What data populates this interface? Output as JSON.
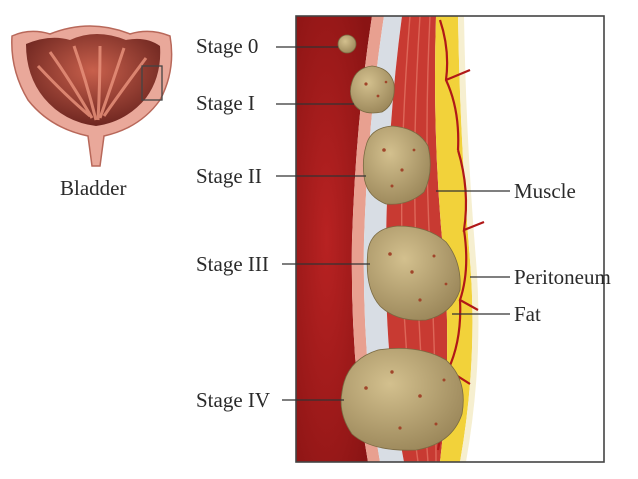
{
  "bladder": {
    "label": "Bladder"
  },
  "stages": [
    {
      "id": "stage-0",
      "label": "Stage 0"
    },
    {
      "id": "stage-1",
      "label": "Stage I"
    },
    {
      "id": "stage-2",
      "label": "Stage II"
    },
    {
      "id": "stage-3",
      "label": "Stage III"
    },
    {
      "id": "stage-4",
      "label": "Stage IV"
    }
  ],
  "layers": [
    {
      "id": "muscle",
      "label": "Muscle"
    },
    {
      "id": "peritoneum",
      "label": "Peritoneum"
    },
    {
      "id": "fat",
      "label": "Fat"
    }
  ],
  "colors": {
    "lumen": "#a81c1c",
    "lining": "#e8a090",
    "submucosa": "#d8dde4",
    "muscle": "#c83a32",
    "fat": "#f2d23a",
    "tumor": "#b8a374",
    "tumor_spot": "#a0452a",
    "frame": "#444444",
    "text": "#2a2a2a"
  }
}
